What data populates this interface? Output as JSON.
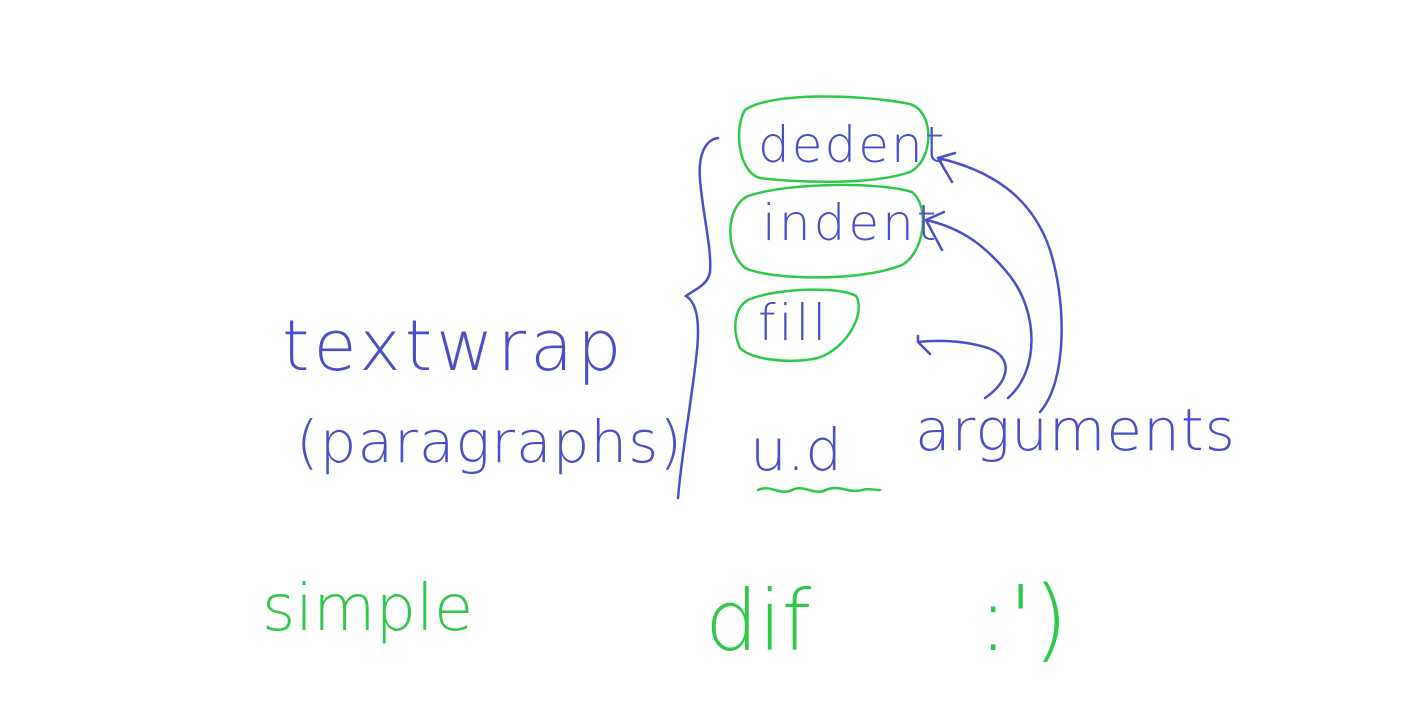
{
  "colors": {
    "background": "#ffffff",
    "blue_ink": "#4a4fc8",
    "green_ink": "#2ec94a"
  },
  "labels": {
    "main_topic": "textwrap",
    "main_topic_sub": "(paragraphs)",
    "func_dedent": "dedent",
    "func_indent": "indent",
    "func_fill": "fill",
    "ud": "u.d",
    "arguments": "arguments",
    "simple": "simple",
    "dif": "dif",
    "smiley": ":')"
  }
}
